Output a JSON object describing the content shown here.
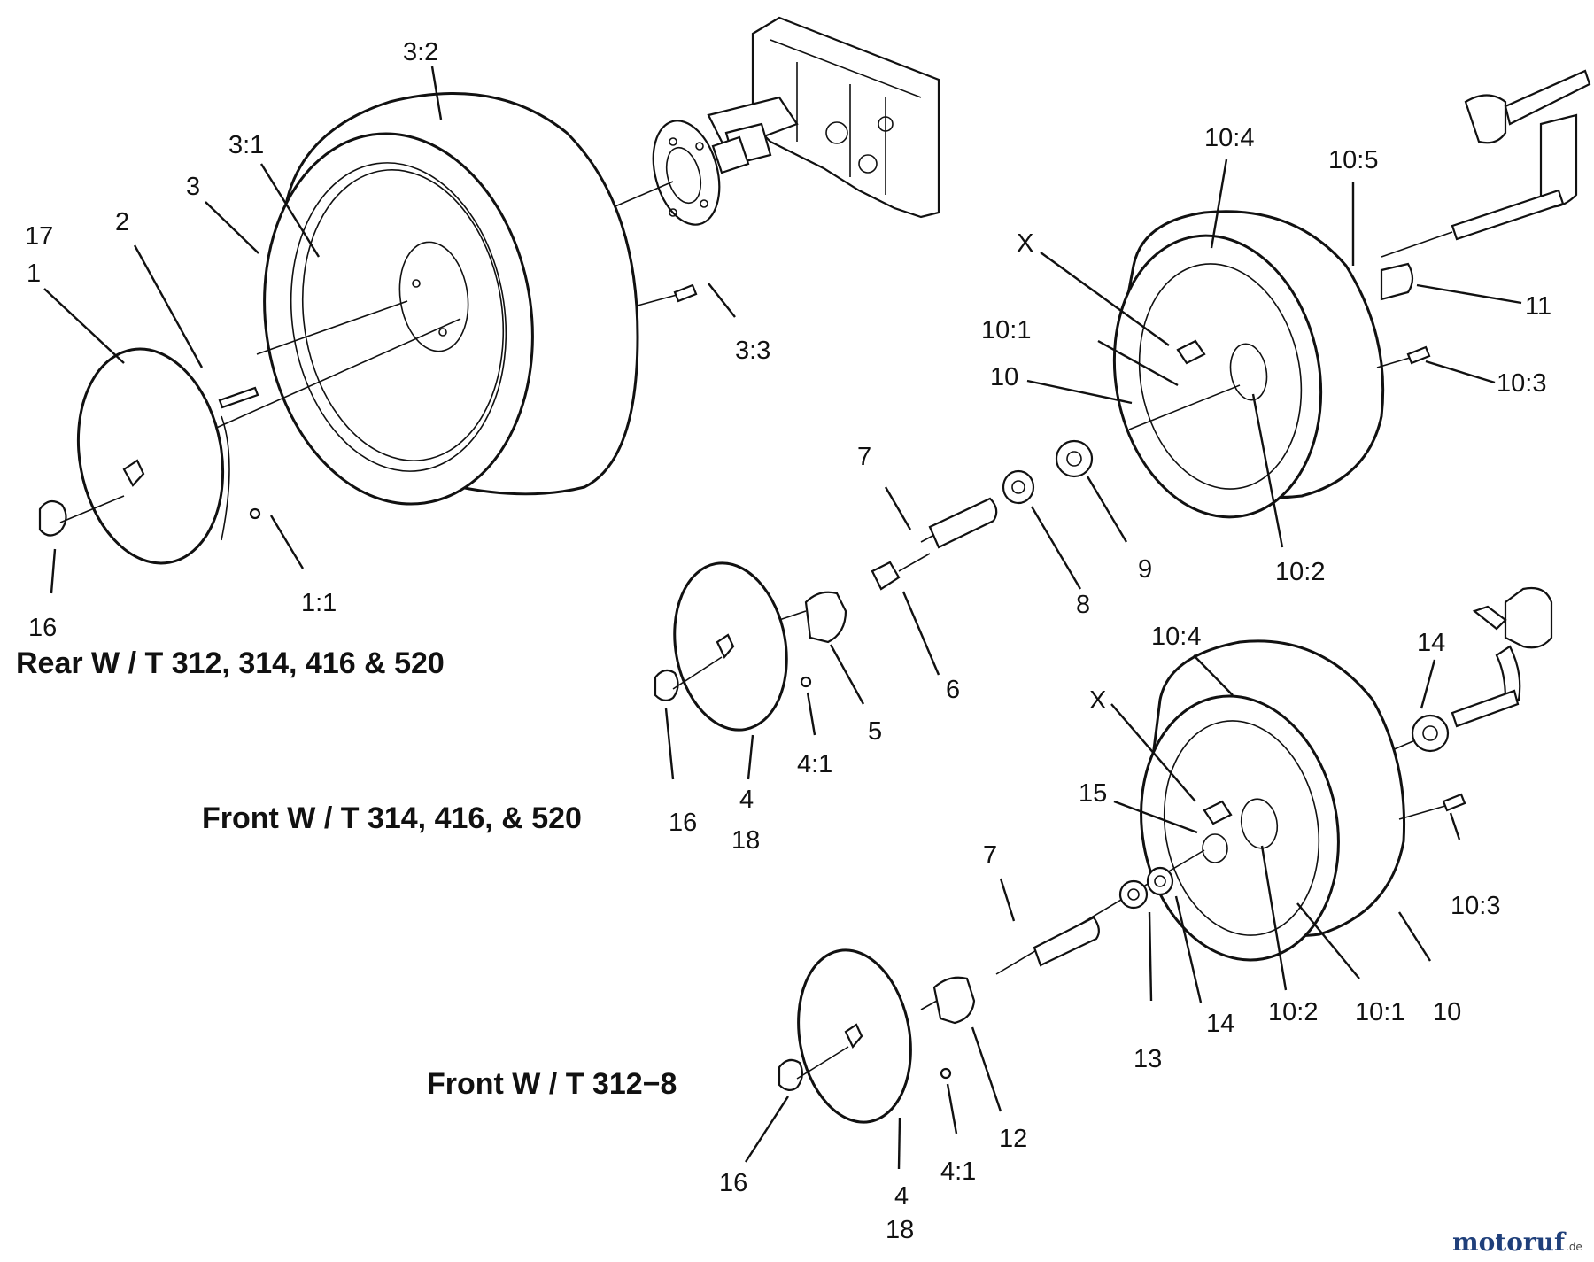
{
  "captions": {
    "rear": "Rear W / T 312, 314, 416 & 520",
    "front_a": "Front W / T 314, 416, & 520",
    "front_b": "Front W / T 312−8"
  },
  "callouts": {
    "c3_2": "3:2",
    "c3_1": "3:1",
    "c3": "3",
    "c2": "2",
    "c17": "17",
    "c1": "1",
    "c16_rear": "16",
    "c1_1": "1:1",
    "c3_3": "3:3",
    "c10_4_a": "10:4",
    "c10_5": "10:5",
    "cX_a": "X",
    "c11": "11",
    "c10_1_a": "10:1",
    "c10_a": "10",
    "c10_3_a": "10:3",
    "c7_a": "7",
    "c9": "9",
    "c8": "8",
    "c10_2_a": "10:2",
    "c6": "6",
    "c5": "5",
    "c4_1_a": "4:1",
    "c16_a": "16",
    "c4_a": "4",
    "c18_a": "18",
    "c10_4_b": "10:4",
    "c14_top": "14",
    "cX_b": "X",
    "c15": "15",
    "c10_3_b": "10:3",
    "c7_b": "7",
    "c13": "13",
    "c14_bot": "14",
    "c10_2_b": "10:2",
    "c10_1_b": "10:1",
    "c10_b": "10",
    "c12": "12",
    "c4_1_b": "4:1",
    "c16_b": "16",
    "c4_b": "4",
    "c18_b": "18"
  },
  "watermark": {
    "brand": "motoruf",
    "suffix": ".de",
    "brand_color": "#1f3f7a",
    "accent_color": "#e07020"
  }
}
